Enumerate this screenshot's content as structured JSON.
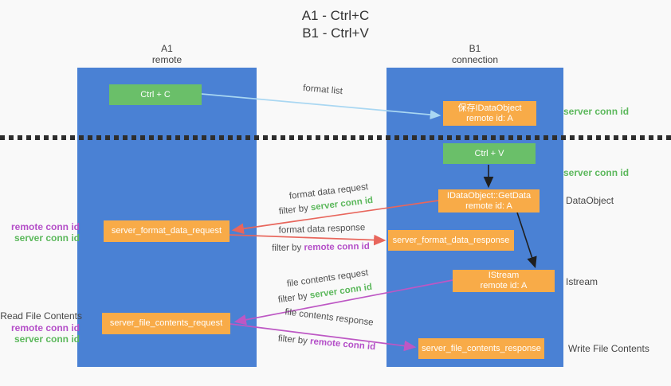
{
  "title": {
    "line1": "A1 - Ctrl+C",
    "line2": "B1 - Ctrl+V"
  },
  "columns": {
    "left": {
      "name_line": "A1",
      "sub_line": "remote"
    },
    "right": {
      "name_line": "B1",
      "sub_line": "connection"
    }
  },
  "boxes": {
    "ctrl_c": {
      "label": "Ctrl + C"
    },
    "save_idataobject": {
      "line1": "保存IDataObject",
      "line2": "remote id: A"
    },
    "ctrl_v": {
      "label": "Ctrl + V"
    },
    "getdata": {
      "line1": "IDataObject::GetData",
      "line2": "remote id: A"
    },
    "istream": {
      "line1": "IStream",
      "line2": "remote id: A"
    },
    "server_format_data_request": {
      "label": "server_format_data_request"
    },
    "server_format_data_response": {
      "label": "server_format_data_response"
    },
    "server_file_contents_request": {
      "label": "server_file_contents_request"
    },
    "server_file_contents_response": {
      "label": "server_file_contents_response"
    }
  },
  "arrow_labels": {
    "format_list": "format list",
    "format_data_request": "format data request",
    "format_data_response": "format data response",
    "file_contents_request": "file contents request",
    "file_contents_response": "file contents response",
    "filter_by": "filter by",
    "server_conn_id": "server conn id",
    "remote_conn_id": "remote conn id"
  },
  "side_labels": {
    "server_conn_id_top": "server conn id",
    "server_conn_id_mid": "server conn id",
    "dataobject": "DataObject",
    "istream": "Istream",
    "write_file_contents": "Write File Contents",
    "read_file_contents": "Read File Contents",
    "left_remote_conn_id_1": "remote conn id",
    "left_server_conn_id_1": "server conn id",
    "left_remote_conn_id_2": "remote conn id",
    "left_server_conn_id_2": "server conn id"
  },
  "colors": {
    "column_blue": "#4a81d4",
    "box_green": "#6abf69",
    "box_orange": "#f8ab48",
    "arrow_red": "#e8665c",
    "arrow_magenta": "#bd57c4",
    "arrow_lightblue": "#a9d7f2",
    "arrow_black": "#1f1f1f",
    "text_green": "#5cb85c",
    "text_purple": "#b44fc8",
    "text_gray": "#454545"
  }
}
